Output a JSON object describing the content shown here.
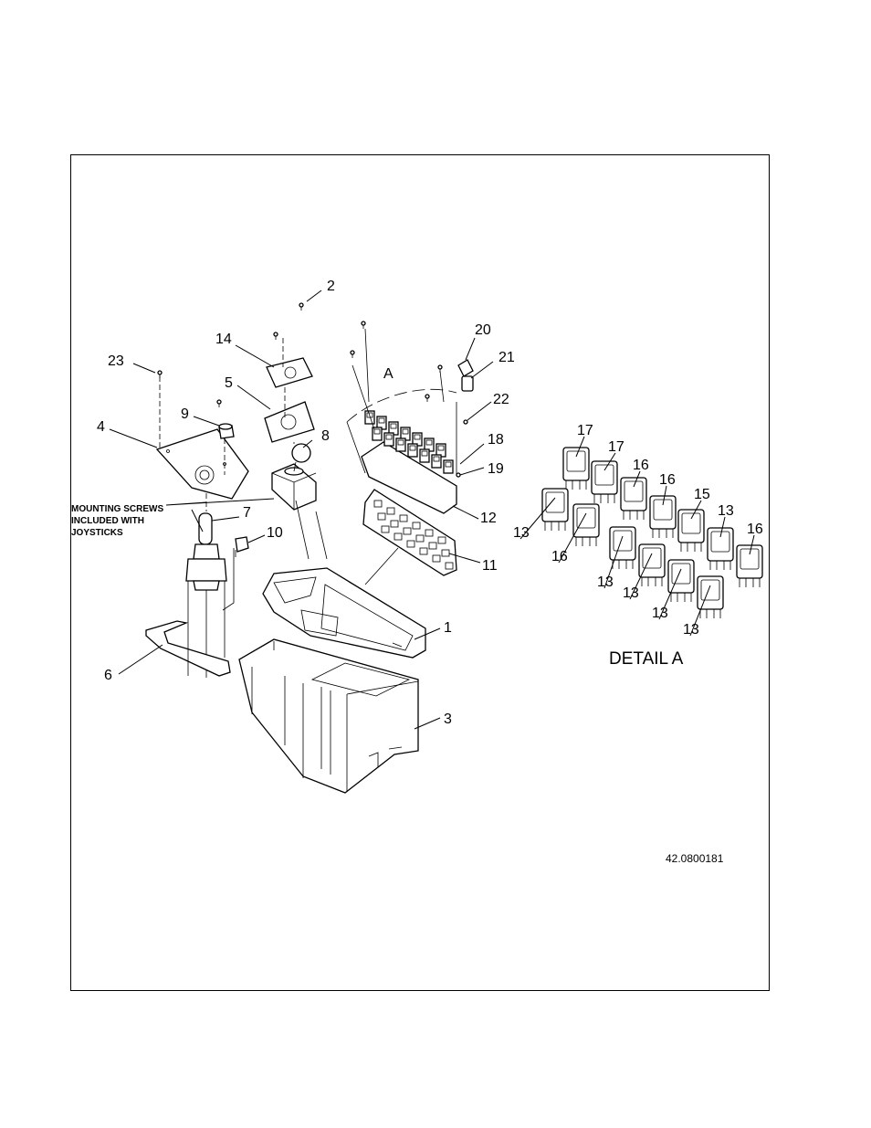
{
  "callouts": {
    "c1": "1",
    "c2": "2",
    "c3": "3",
    "c4": "4",
    "c5": "5",
    "c6": "6",
    "c7": "7",
    "c8": "8",
    "c9": "9",
    "c10": "10",
    "c11": "11",
    "c12": "12",
    "c14": "14",
    "c18": "18",
    "c19": "19",
    "c20": "20",
    "c21": "21",
    "c22": "22",
    "c23": "23",
    "cA": "A"
  },
  "note": {
    "line1": "MOUNTING SCREWS",
    "line2": "INCLUDED WITH",
    "line3": "JOYSTICKS"
  },
  "detail": {
    "title": "DETAIL A",
    "switches": [
      "17",
      "17",
      "16",
      "16",
      "15",
      "13",
      "16",
      "13",
      "16",
      "13",
      "13",
      "13",
      "13"
    ]
  },
  "document_number": "42.0800181"
}
